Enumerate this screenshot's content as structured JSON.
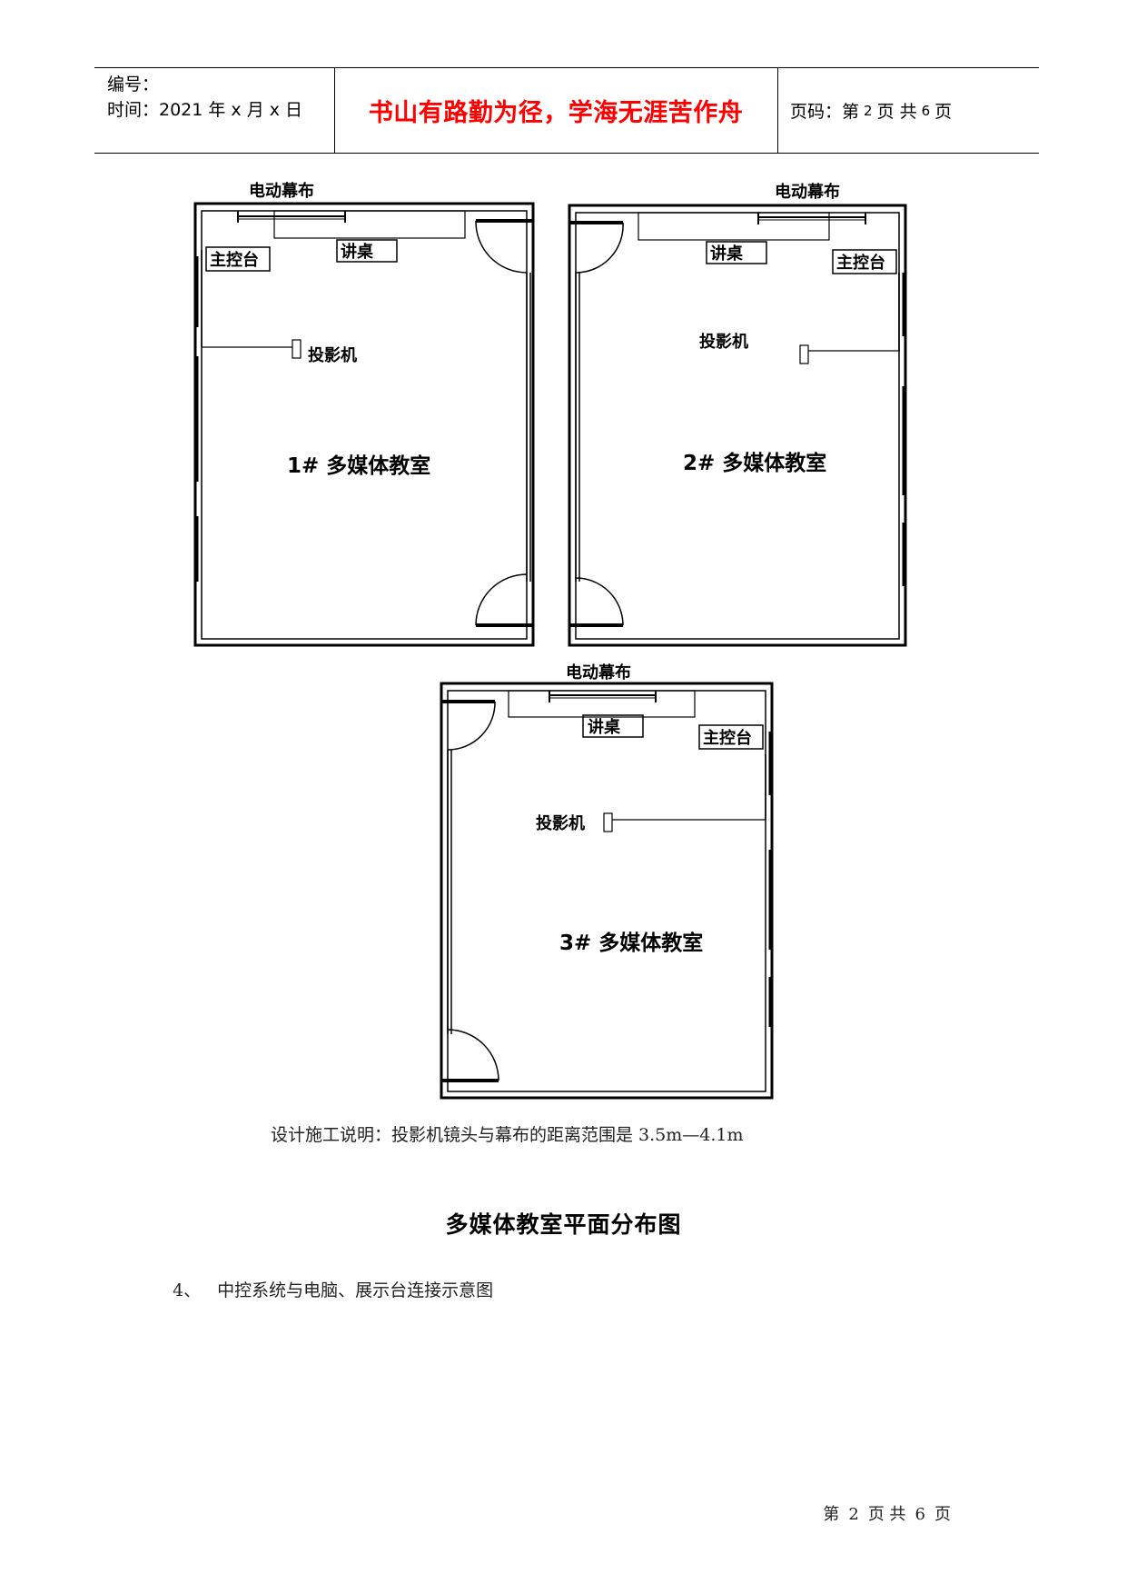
{
  "header": {
    "serial_label": "编号：",
    "time_label": "时间：2021 年 x 月 x 日",
    "motto": "书山有路勤为径，学海无涯苦作舟",
    "page_prefix": "页码：第",
    "page_current": "2",
    "page_mid": "页  共",
    "page_total": "6",
    "page_suffix": "页"
  },
  "plans": {
    "screen_label": "电动幕布",
    "podium_label": "讲桌",
    "console_label": "主控台",
    "projector_label": "投影机",
    "room1_label": "1# 多媒体教室",
    "room2_label": "2# 多媒体教室",
    "room3_label": "3# 多媒体教室"
  },
  "note": "设计施工说明：投影机镜头与幕布的距离范围是 3.5m—4.1m",
  "caption": "多媒体教室平面分布图",
  "item": {
    "number": "4、",
    "text": "中控系统与电脑、展示台连接示意图"
  },
  "footer": {
    "prefix": "第",
    "current": "2",
    "mid": "页 共",
    "total": "6",
    "suffix": "页"
  }
}
